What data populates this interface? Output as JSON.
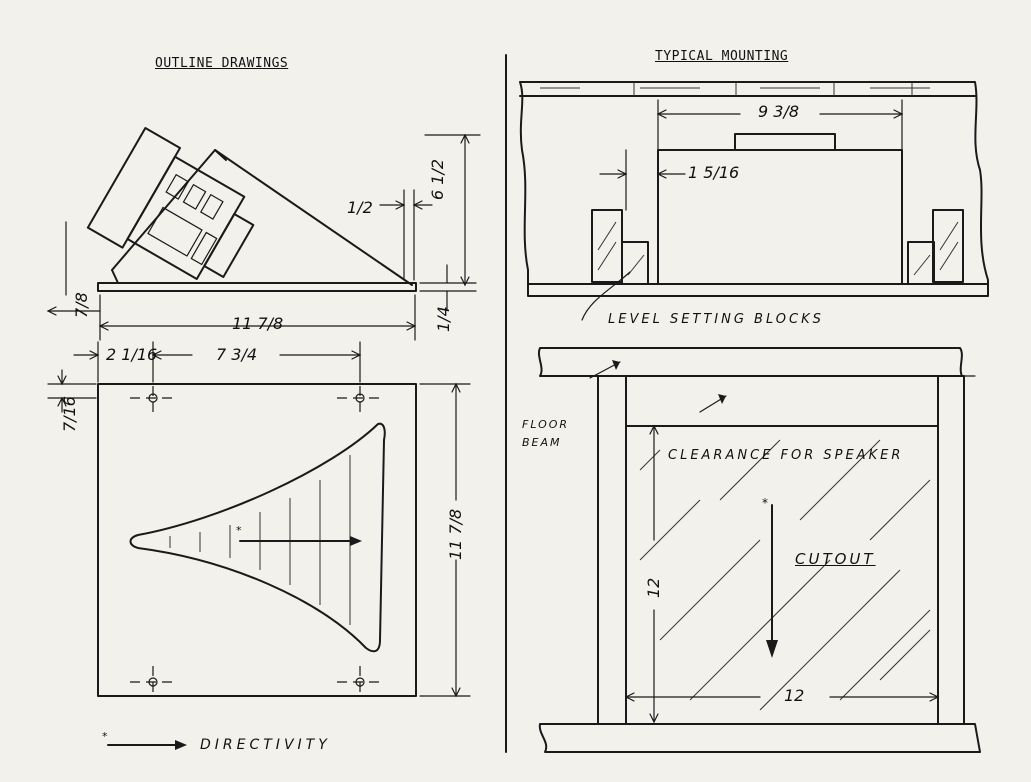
{
  "titles": {
    "left": "OUTLINE DRAWINGS",
    "right": "TYPICAL MOUNTING"
  },
  "labels": {
    "level_blocks": "LEVEL SETTING BLOCKS",
    "floor_beam_1": "FLOOR",
    "floor_beam_2": "BEAM",
    "clearance": "CLEARANCE FOR SPEAKER",
    "cutout": "CUTOUT",
    "directivity": "DIRECTIVITY",
    "star": "*"
  },
  "dimensions": {
    "width_side": "11 7/8",
    "height_side": "6 1/2",
    "half": "1/2",
    "quarter": "1/4",
    "seven_eighths": "7/8",
    "offset_left": "2 1/16",
    "hole_spacing": "7 3/4",
    "top_offset": "7/16",
    "height_front": "11 7/8",
    "mount_width": "9 3/8",
    "mount_offset": "1 5/16",
    "cutout_height": "12",
    "cutout_width": "12"
  }
}
